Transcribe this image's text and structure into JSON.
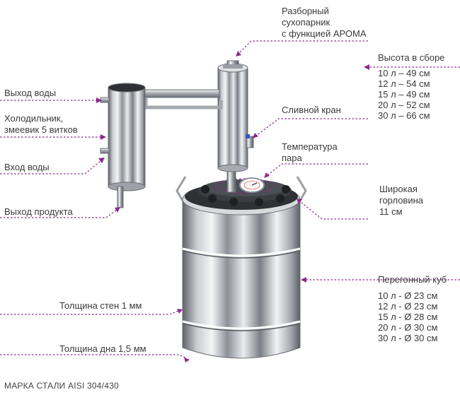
{
  "colors": {
    "leader": "#8a2a8a",
    "text": "#3a3a3a",
    "steel_dark": "#6d7178",
    "steel_light": "#f1f2f4"
  },
  "labels": {
    "dry_steamer": [
      "Разборный",
      "сухопарник",
      "с функцией АРОМА"
    ],
    "water_out": "Выход воды",
    "cooler": [
      "Холодильник,",
      "змеевик 5 витков"
    ],
    "water_in": "Вход воды",
    "product_out": "Выход продукта",
    "drain_tap": "Сливной кран",
    "steam_temp": [
      "Температура",
      "пара"
    ],
    "wide_neck": [
      "Широкая",
      "горловина",
      "11 см"
    ],
    "wall_thickness": "Толщина стен 1 мм",
    "bottom_thickness": "Толщина дна 1,5 мм"
  },
  "assembly_height": {
    "title": "Высота в сборе",
    "items": [
      "10 л – 49 см",
      "12 л – 54 см",
      "15 л – 49 см",
      "20 л – 52 см",
      "30 л – 66 см"
    ]
  },
  "still_cube": {
    "title": "Перегонный куб",
    "items": [
      "10 л - Ø 23 см",
      "12 л - Ø 23 см",
      "15 л - Ø 28 см",
      "20 л - Ø 30 см",
      "30 л - Ø 30 см"
    ]
  },
  "footer": "МАРКА СТАЛИ AISI 304/430"
}
